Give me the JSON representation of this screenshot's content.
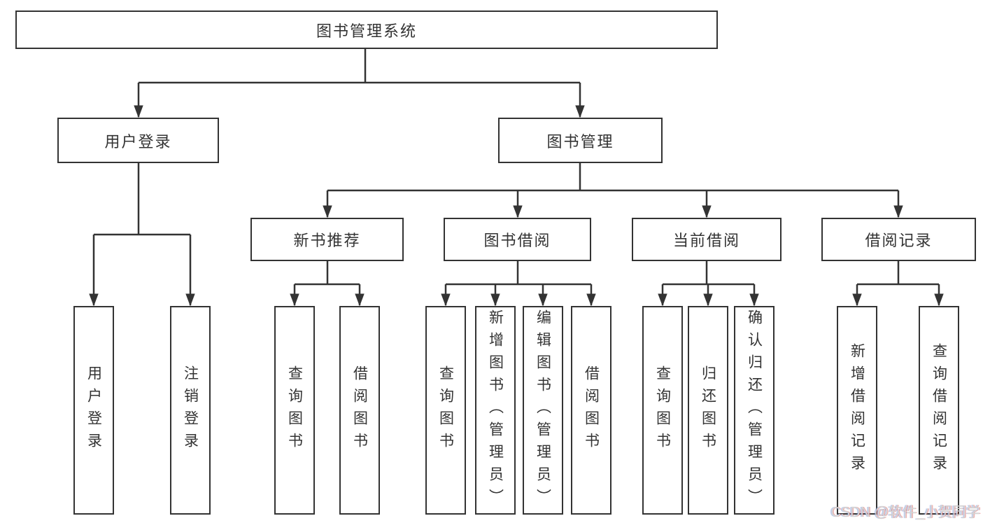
{
  "diagram": {
    "colors": {
      "line": "#333333",
      "text": "#333333",
      "background": "#ffffff",
      "watermark_text": "#d6d6d6"
    },
    "nodes": {
      "root": "图书管理系统",
      "user_login": "用户登录",
      "book_mgmt": "图书管理",
      "new_books": "新书推荐",
      "book_borrow": "图书借阅",
      "current_borrow": "当前借阅",
      "borrow_records": "借阅记录",
      "leaf_user_login": "用户登录",
      "leaf_logout": "注销登录",
      "leaf_nb_query": "查询图书",
      "leaf_nb_borrow": "借阅图书",
      "leaf_bb_query": "查询图书",
      "leaf_bb_add": "新增图书（管理员）",
      "leaf_bb_edit": "编辑图书（管理员）",
      "leaf_bb_borrow": "借阅图书",
      "leaf_cb_query": "查询图书",
      "leaf_cb_return": "归还图书",
      "leaf_cb_confirm": "确认归还（管理员）",
      "leaf_br_add": "新增借阅记录",
      "leaf_br_query": "查询借阅记录"
    },
    "watermark": "CSDN @软件_小贺同学"
  }
}
